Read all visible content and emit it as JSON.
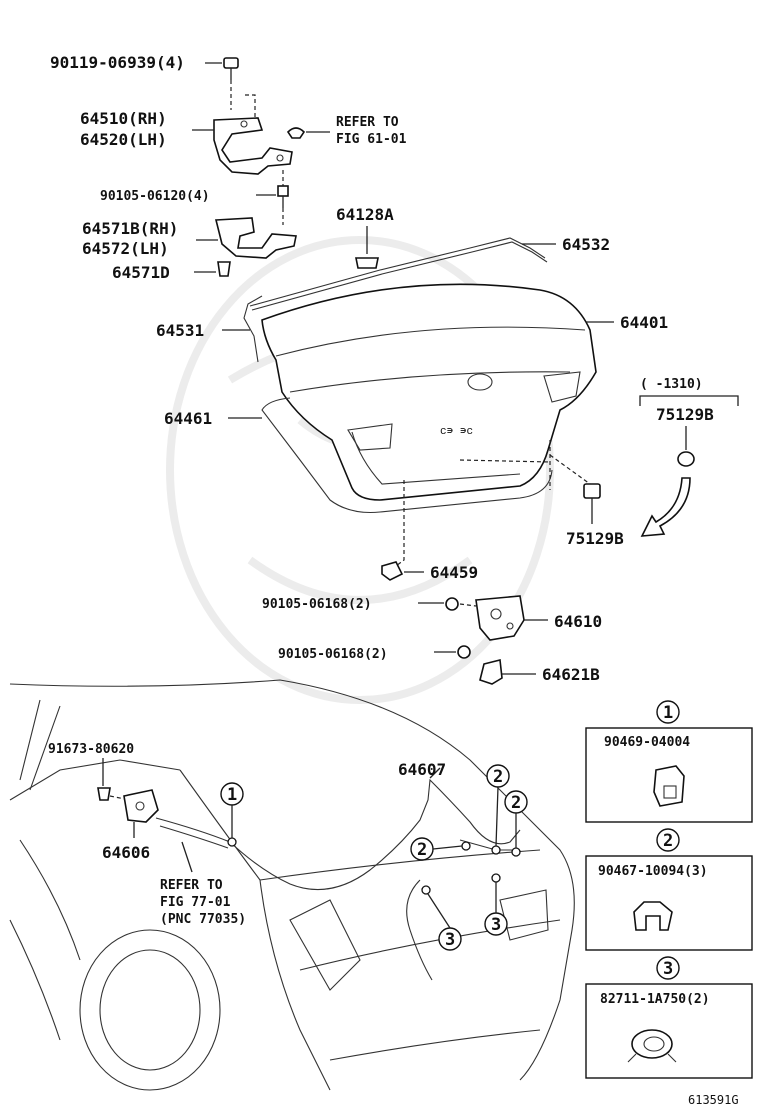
{
  "labels": {
    "bolt_top": "90119-06939(4)",
    "hinge_rh": "64510(RH)",
    "hinge_lh": "64520(LH)",
    "refer_fig61_a": "REFER TO",
    "refer_fig61_b": "FIG 61-01",
    "bolt_hinge": "90105-06120(4)",
    "hinge2_rh": "64571B(RH)",
    "hinge2_lh": "64572(LH)",
    "stopper": "64128A",
    "rod_right": "64532",
    "bumper": "64571D",
    "rod_left": "64531",
    "lid": "64401",
    "weatherstrip": "64461",
    "date_range": "(    -1310)",
    "plug_top": "75129B",
    "plug_bottom": "75129B",
    "cushion": "64459",
    "bolt_lock1": "90105-06168(2)",
    "lock": "64610",
    "bolt_lock2": "90105-06168(2)",
    "striker": "64621B",
    "screw_opener": "91673-80620",
    "cable": "64607",
    "opener": "64606",
    "refer_fig77_a": "REFER TO",
    "refer_fig77_b": "FIG 77-01",
    "refer_fig77_c": "(PNC 77035)",
    "ref_code": "613591G"
  },
  "callouts": {
    "c1": "1",
    "c2": "2",
    "c3": "3"
  },
  "legend": {
    "item1": {
      "num": "1",
      "part": "90469-04004"
    },
    "item2": {
      "num": "2",
      "part": "90467-10094(3)"
    },
    "item3": {
      "num": "3",
      "part": "82711-1A750(2)"
    }
  }
}
